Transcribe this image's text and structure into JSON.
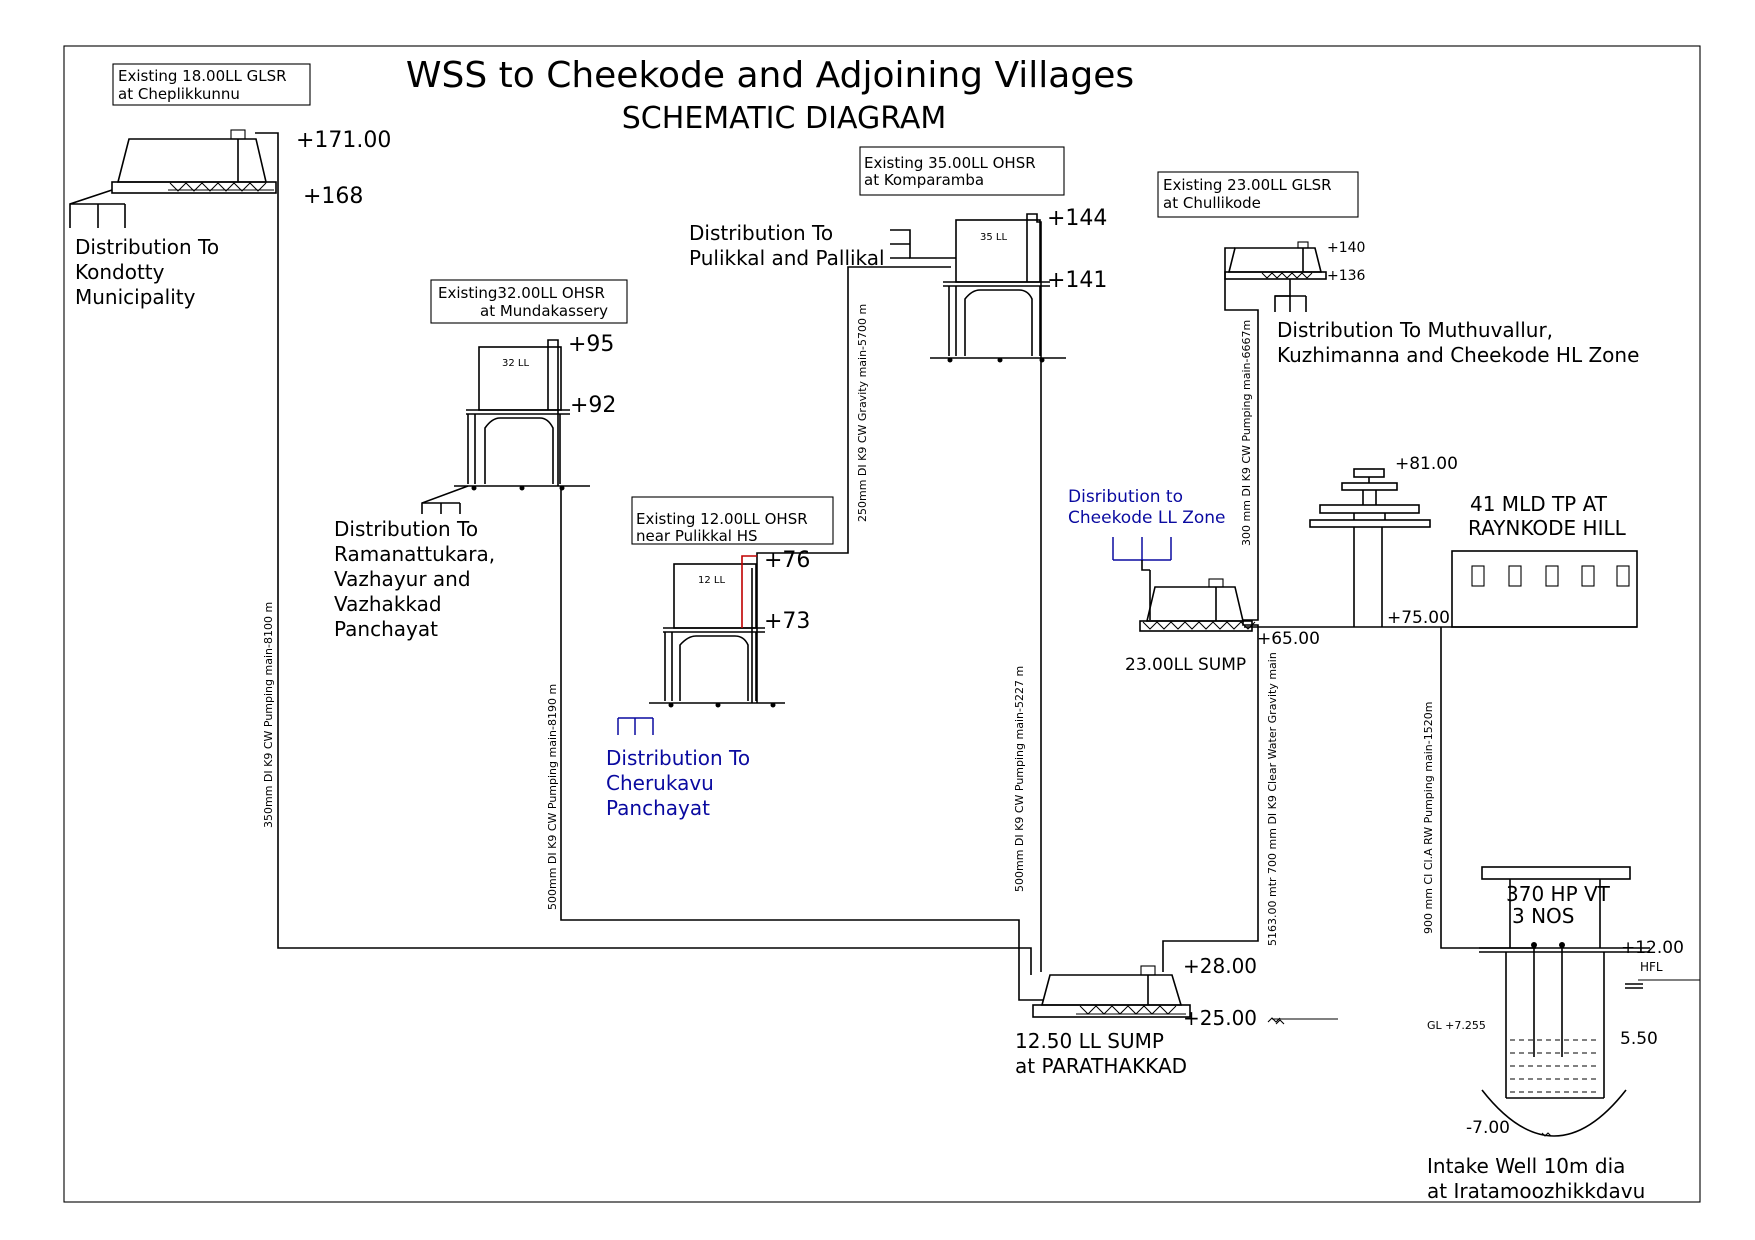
{
  "title": "WSS to Cheekode and Adjoining Villages",
  "subtitle": "SCHEMATIC DIAGRAM",
  "tanks": {
    "cheplikkunnu": {
      "label1": "Existing 18.00LL GLSR",
      "label2": "at Cheplikkunnu",
      "top_level": "+171.00",
      "bottom_level": "+168",
      "distribution": [
        "Distribution To",
        "Kondotty",
        "Municipality"
      ]
    },
    "mundakassery": {
      "label1": "Existing32.00LL OHSR",
      "label2": "at Mundakassery",
      "capacity": "32 LL",
      "top_level": "+95",
      "bottom_level": "+92",
      "distribution": [
        "Distribution To",
        "Ramanattukara,",
        "Vazhayur and",
        "Vazhakkad",
        "Panchayat"
      ]
    },
    "pulikkal_hs": {
      "label1": "Existing 12.00LL OHSR",
      "label2": "near Pulikkal HS",
      "capacity": "12 LL",
      "top_level": "+76",
      "bottom_level": "+73",
      "distribution": [
        "Distribution To",
        "Cherukavu",
        "Panchayat"
      ]
    },
    "komparamba": {
      "label1": "Existing 35.00LL OHSR",
      "label2": "at Komparamba",
      "capacity": "35 LL",
      "top_level": "+144",
      "bottom_level": "+141",
      "distribution": [
        "Distribution To",
        "Pulikkal and Pallikal"
      ]
    },
    "chullikode": {
      "label1": "Existing 23.00LL GLSR",
      "label2": "at Chullikode",
      "top_level": "+140",
      "bottom_level": "+136",
      "distribution": [
        "Distribution To Muthuvallur,",
        "Kuzhimanna and Cheekode HL Zone"
      ]
    },
    "sump_23": {
      "label": "23.00LL SUMP",
      "level": "+65.00",
      "distribution": [
        "Disribution to",
        "Cheekode LL Zone"
      ]
    },
    "sump_parathakkad": {
      "label1": "12.50 LL SUMP",
      "label2": "at PARATHAKKAD",
      "top_level": "+28.00",
      "bottom_level": "+25.00"
    },
    "tp": {
      "label1": "41 MLD TP AT",
      "label2": "RAYNKODE HILL",
      "tower_level": "+81.00",
      "ground_level": "+75.00"
    },
    "intake": {
      "label1": "Intake Well  10m dia",
      "label2": "at Iratamoozhikkdavu",
      "pump1": "370 HP VT",
      "pump2": "3 NOS",
      "top_level": "+12.00",
      "hfl": "HFL",
      "gl": "GL +7.255",
      "depth": "5.50",
      "bottom_level": "-7.00"
    }
  },
  "pipes": {
    "p350": "350mm DI K9 CW Pumping main-8100 m",
    "p500a": "500mm DI K9 CW Pumping main-8190 m",
    "p250": "250mm DI K9 CW Gravity main-5700 m",
    "p500b": "500mm DI K9 CW Pumping main-5227 m",
    "p300": "300 mm DI K9 CW Pumping main-6667m",
    "p700": "5163.00 mtr 700 mm DI K9 Clear Water Gravity main",
    "p900": "900 mm CI Cl.A RW Pumping  main-1520m"
  }
}
